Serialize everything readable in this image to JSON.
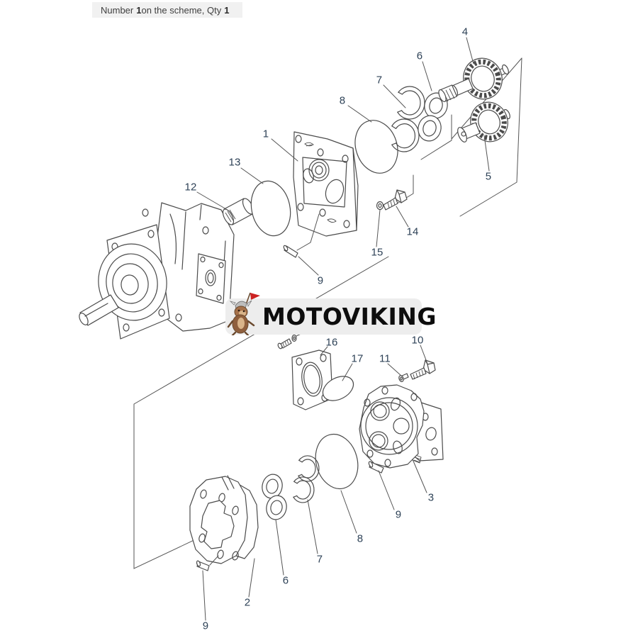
{
  "header": {
    "prefix": "Number",
    "number": "1",
    "middle": "on the scheme, Qty",
    "qty": "1"
  },
  "watermark": {
    "brand": "MOTOVIKING",
    "mascot_icon": "viking-dog-mascot",
    "pill_color": "#ededed",
    "text_color": "#0d0d0d",
    "flag_color": "#cc2222",
    "mascot_body_color": "#a5714a"
  },
  "diagram": {
    "type": "exploded-parts-diagram",
    "line_color": "#4b4b4b",
    "label_color": "#2e4257",
    "labels": [
      {
        "text": "1"
      },
      {
        "text": "13"
      },
      {
        "text": "12"
      },
      {
        "text": "4"
      },
      {
        "text": "6"
      },
      {
        "text": "7"
      },
      {
        "text": "8"
      },
      {
        "text": "5"
      },
      {
        "text": "14"
      },
      {
        "text": "15"
      },
      {
        "text": "9"
      },
      {
        "text": "16"
      },
      {
        "text": "17"
      },
      {
        "text": "11"
      },
      {
        "text": "10"
      },
      {
        "text": "3"
      },
      {
        "text": "9"
      },
      {
        "text": "8"
      },
      {
        "text": "7"
      },
      {
        "text": "6"
      },
      {
        "text": "2"
      },
      {
        "text": "9"
      }
    ]
  }
}
